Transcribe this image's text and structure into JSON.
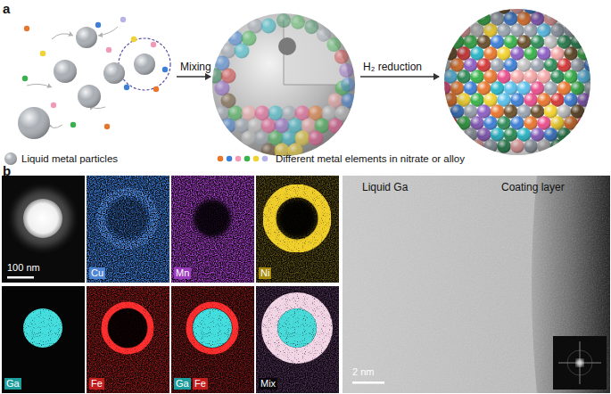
{
  "diagram": {
    "nodes": [
      {
        "text": [
          "100 nm"
        ]
      },
      {
        "text": [
          "Cu"
        ]
      },
      {
        "text": [
          "Mn"
        ]
      },
      {
        "text": [
          "Ni"
        ]
      },
      {
        "text": [
          "Ga"
        ]
      },
      {
        "text": [
          "Fe"
        ]
      },
      {
        "text": [
          "Ga",
          "Fe"
        ]
      },
      {
        "text": [
          "Mix"
        ]
      },
      {
        "text": [
          "Liquid Ga",
          "Coating layer",
          "2 nm"
        ]
      }
    ],
    "labels": [
      "a",
      "Mixing",
      "H₂ reduction",
      "Liquid metal particles",
      "Different metal elements in nitrate or alloy",
      "b"
    ]
  }
}
